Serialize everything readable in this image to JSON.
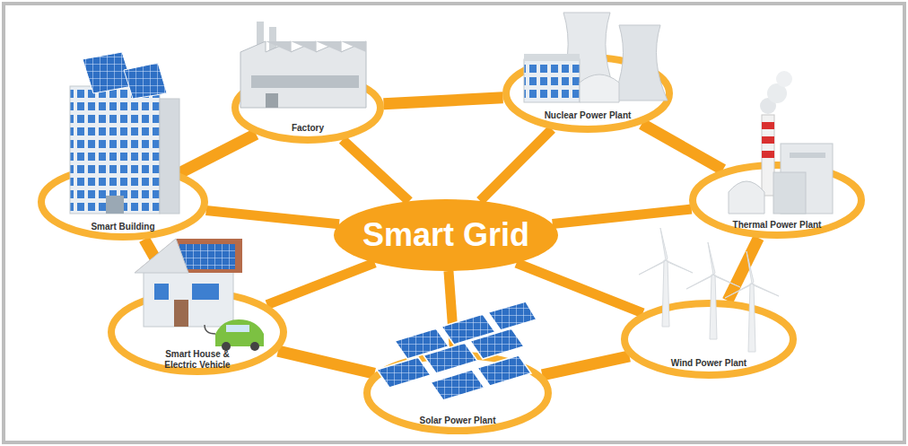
{
  "diagram": {
    "nodes": [
      {
        "text": [
          "Factory"
        ]
      },
      {
        "text": [
          "Nuclear Power Plant"
        ]
      },
      {
        "text": [
          "Smart Building"
        ]
      },
      {
        "text": [
          "Thermal Power Plant"
        ]
      },
      {
        "text": [
          "Smart Grid"
        ]
      },
      {
        "text": [
          "Smart House & Electric Vehicle"
        ]
      },
      {
        "text": [
          "Wind Power Plant"
        ]
      },
      {
        "text": [
          "Solar Power Plant"
        ]
      }
    ],
    "edges": [
      {
        "from": 4,
        "to": 0,
        "arrow": "none"
      },
      {
        "from": 4,
        "to": 1,
        "arrow": "none"
      },
      {
        "from": 4,
        "to": 3,
        "arrow": "none"
      },
      {
        "from": 4,
        "to": 6,
        "arrow": "none"
      },
      {
        "from": 4,
        "to": 7,
        "arrow": "none"
      },
      {
        "from": 4,
        "to": 5,
        "arrow": "none"
      },
      {
        "from": 4,
        "to": 2,
        "arrow": "none"
      },
      {
        "from": 0,
        "to": 1,
        "arrow": "none"
      },
      {
        "from": 1,
        "to": 3,
        "arrow": "none"
      },
      {
        "from": 3,
        "to": 6,
        "arrow": "none"
      },
      {
        "from": 6,
        "to": 7,
        "arrow": "none"
      },
      {
        "from": 7,
        "to": 5,
        "arrow": "none"
      },
      {
        "from": 5,
        "to": 2,
        "arrow": "none"
      },
      {
        "from": 2,
        "to": 0,
        "arrow": "none"
      }
    ]
  }
}
